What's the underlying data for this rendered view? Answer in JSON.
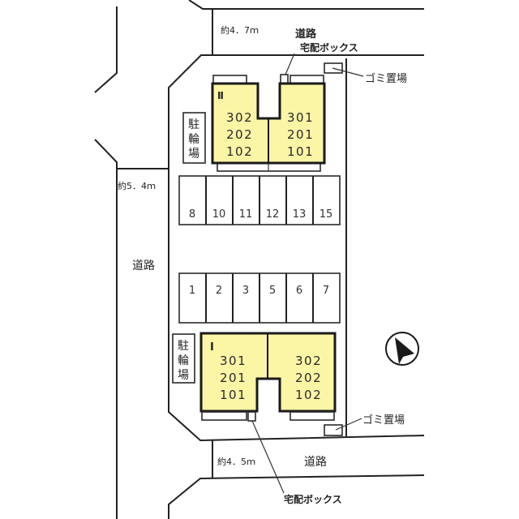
{
  "colors": {
    "building_fill": "#fbf5a6",
    "line": "#222222",
    "background": "#ffffff"
  },
  "roads": {
    "top": {
      "width_label": "約4．7ｍ",
      "name": "道路"
    },
    "left": {
      "width_label": "約5．4ｍ",
      "name": "道路"
    },
    "bottom": {
      "width_label": "約4．5ｍ",
      "name": "道路"
    }
  },
  "labels": {
    "delivery_box_top": "宅配ボックス",
    "delivery_box_bottom": "宅配ボックス",
    "garbage_top": "ゴミ置場",
    "garbage_bottom": "ゴミ置場",
    "bike_parking_top": [
      "駐",
      "輪",
      "場"
    ],
    "bike_parking_bottom": [
      "駐",
      "輪",
      "場"
    ]
  },
  "buildings": {
    "building_2": {
      "label": "Ⅱ",
      "left_units": [
        "302",
        "202",
        "102"
      ],
      "right_units": [
        "301",
        "201",
        "101"
      ]
    },
    "building_1": {
      "label": "Ⅰ",
      "left_units": [
        "301",
        "201",
        "101"
      ],
      "right_units": [
        "302",
        "202",
        "102"
      ]
    }
  },
  "parking": {
    "upper_row": [
      "8",
      "10",
      "11",
      "12",
      "13",
      "15"
    ],
    "lower_row": [
      "1",
      "2",
      "3",
      "5",
      "6",
      "7"
    ]
  },
  "compass": {
    "icon": "north-arrow-icon"
  }
}
